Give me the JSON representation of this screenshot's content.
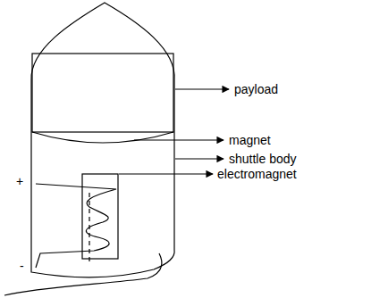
{
  "diagram": {
    "labels": [
      "payload",
      "magnet",
      "shuttle body",
      "electromagnet",
      "+",
      "-"
    ]
  }
}
